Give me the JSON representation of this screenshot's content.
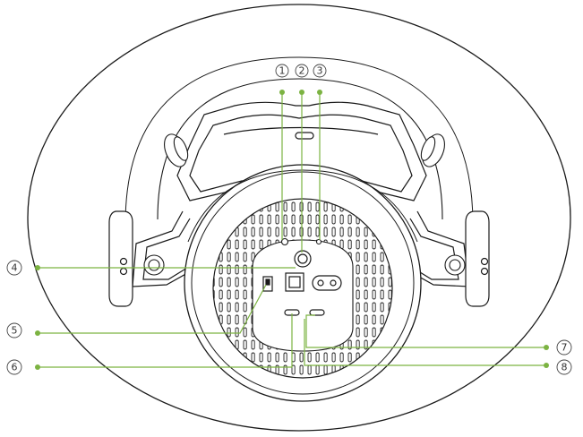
{
  "diagram": {
    "accent_color": "#7cb342",
    "outline_color": "#1a1a1a",
    "callouts": [
      {
        "id": "1",
        "label": "①"
      },
      {
        "id": "2",
        "label": "②"
      },
      {
        "id": "3",
        "label": "③"
      },
      {
        "id": "4",
        "label": "④"
      },
      {
        "id": "5",
        "label": "⑤"
      },
      {
        "id": "6",
        "label": "⑥"
      },
      {
        "id": "7",
        "label": "⑦"
      },
      {
        "id": "8",
        "label": "⑧"
      }
    ]
  }
}
